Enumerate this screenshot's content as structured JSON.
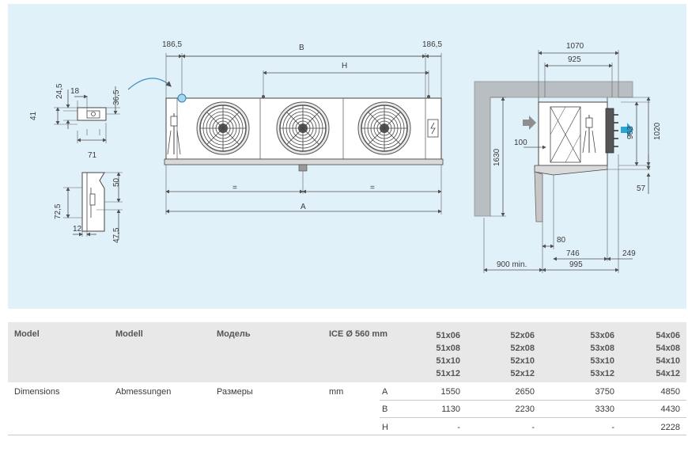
{
  "drawing": {
    "side_view": {
      "d1": "186,5",
      "d2": "B",
      "d3": "186,5",
      "d4": "H",
      "d5": "=",
      "d6": "=",
      "d7": "A"
    },
    "end_view": {
      "d1": "1070",
      "d2": "925",
      "d3": "100",
      "d4": "1630",
      "d5": "963",
      "d6": "1020",
      "d7": "57",
      "d8": "80",
      "d9": "746",
      "d10": "249",
      "d11": "900 min.",
      "d12": "995"
    },
    "detail_top": {
      "d1": "18",
      "d2": "24,5",
      "d3": "36,5",
      "d4": "41",
      "d5": "71"
    },
    "detail_bottom": {
      "d1": "50",
      "d2": "72,5",
      "d3": "12",
      "d4": "47,5"
    }
  },
  "table": {
    "header": {
      "col1": "Model",
      "col2": "Modell",
      "col3": "Модель",
      "col4": "ICE Ø 560 mm",
      "models": [
        [
          "51x06",
          "51x08",
          "51x10",
          "51x12"
        ],
        [
          "52x06",
          "52x08",
          "52x10",
          "52x12"
        ],
        [
          "53x06",
          "53x08",
          "53x10",
          "53x12"
        ],
        [
          "54x06",
          "54x08",
          "54x10",
          "54x12"
        ]
      ]
    },
    "row": {
      "col1": "Dimensions",
      "col2": "Abmessungen",
      "col3": "Размеры",
      "unit": "mm",
      "dims": [
        {
          "key": "A",
          "values": [
            "1550",
            "2650",
            "3750",
            "4850"
          ]
        },
        {
          "key": "B",
          "values": [
            "1130",
            "2230",
            "3330",
            "4430"
          ]
        },
        {
          "key": "H",
          "values": [
            "-",
            "-",
            "-",
            "2228"
          ]
        }
      ]
    }
  }
}
